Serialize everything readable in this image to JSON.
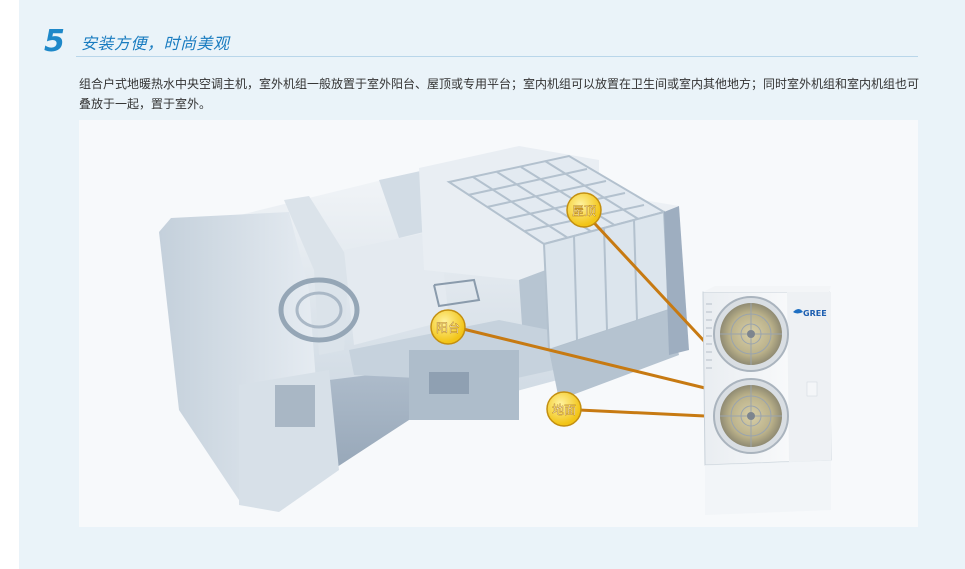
{
  "section": {
    "number": "5",
    "title": "安装方便，时尚美观"
  },
  "description": "组合户式地暖热水中央空调主机，室外机组一般放置于室外阳台、屋顶或专用平台；室内机组可以放置在卫生间或室内其他地方；同时室外机组和室内机组也可叠放于一起，置于室外。",
  "callouts": {
    "roof": "屋顶",
    "balcony": "阳台",
    "ground": "地面"
  },
  "unit": {
    "brand": "GREE"
  },
  "colors": {
    "accent_blue": "#1e88c9",
    "callout_fill": "#f6d21c",
    "callout_line": "#c77a12",
    "panel_bg": "#eaf3f9"
  }
}
